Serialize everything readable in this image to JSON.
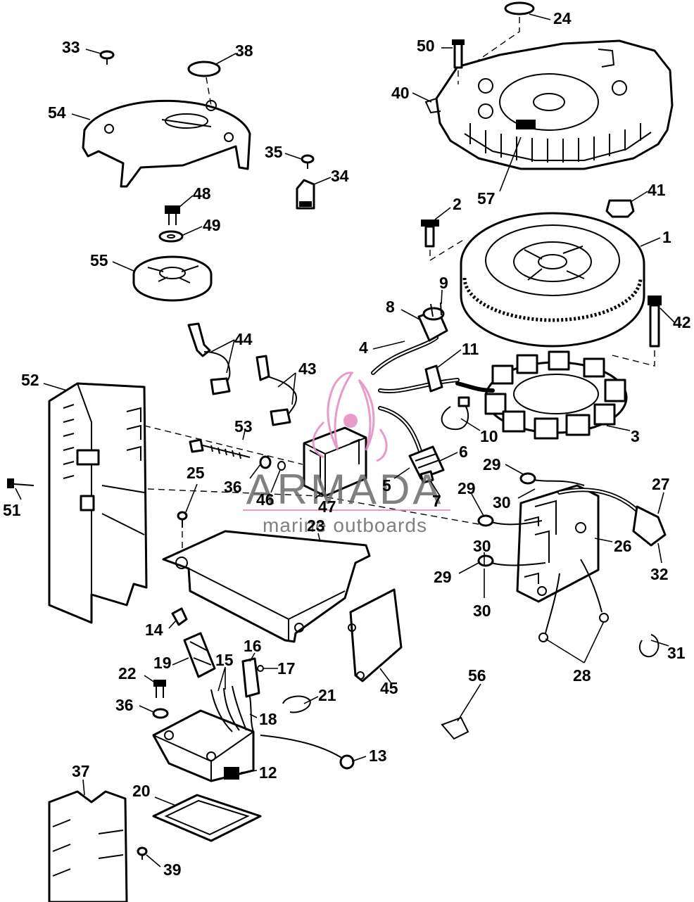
{
  "watermark": {
    "brand": "ARMADA",
    "tagline": "marine outboards",
    "color": "#e48ac0"
  },
  "callouts": [
    {
      "id": "24",
      "text": "24"
    },
    {
      "id": "50",
      "text": "50"
    },
    {
      "id": "40",
      "text": "40"
    },
    {
      "id": "57",
      "text": "57"
    },
    {
      "id": "41",
      "text": "41"
    },
    {
      "id": "2",
      "text": "2"
    },
    {
      "id": "1",
      "text": "1"
    },
    {
      "id": "42",
      "text": "42"
    },
    {
      "id": "33",
      "text": "33"
    },
    {
      "id": "38",
      "text": "38"
    },
    {
      "id": "54",
      "text": "54"
    },
    {
      "id": "35",
      "text": "35"
    },
    {
      "id": "34",
      "text": "34"
    },
    {
      "id": "48",
      "text": "48"
    },
    {
      "id": "49",
      "text": "49"
    },
    {
      "id": "55",
      "text": "55"
    },
    {
      "id": "9",
      "text": "9"
    },
    {
      "id": "8",
      "text": "8"
    },
    {
      "id": "44",
      "text": "44"
    },
    {
      "id": "4",
      "text": "4"
    },
    {
      "id": "11",
      "text": "11"
    },
    {
      "id": "43",
      "text": "43"
    },
    {
      "id": "52",
      "text": "52"
    },
    {
      "id": "3",
      "text": "3"
    },
    {
      "id": "10",
      "text": "10"
    },
    {
      "id": "53",
      "text": "53"
    },
    {
      "id": "6",
      "text": "6"
    },
    {
      "id": "29a",
      "text": "29"
    },
    {
      "id": "27",
      "text": "27"
    },
    {
      "id": "25",
      "text": "25"
    },
    {
      "id": "36a",
      "text": "36"
    },
    {
      "id": "46",
      "text": "46"
    },
    {
      "id": "5",
      "text": "5"
    },
    {
      "id": "47",
      "text": "47"
    },
    {
      "id": "7",
      "text": "7"
    },
    {
      "id": "29b",
      "text": "29"
    },
    {
      "id": "30a",
      "text": "30"
    },
    {
      "id": "51",
      "text": "51"
    },
    {
      "id": "23",
      "text": "23"
    },
    {
      "id": "26",
      "text": "26"
    },
    {
      "id": "32",
      "text": "32"
    },
    {
      "id": "30b",
      "text": "30"
    },
    {
      "id": "29c",
      "text": "29"
    },
    {
      "id": "30c",
      "text": "30"
    },
    {
      "id": "14",
      "text": "14"
    },
    {
      "id": "31",
      "text": "31"
    },
    {
      "id": "16",
      "text": "16"
    },
    {
      "id": "19",
      "text": "19"
    },
    {
      "id": "15",
      "text": "15"
    },
    {
      "id": "17",
      "text": "17"
    },
    {
      "id": "22",
      "text": "22"
    },
    {
      "id": "28",
      "text": "28"
    },
    {
      "id": "56",
      "text": "56"
    },
    {
      "id": "21",
      "text": "21"
    },
    {
      "id": "45",
      "text": "45"
    },
    {
      "id": "36b",
      "text": "36"
    },
    {
      "id": "18",
      "text": "18"
    },
    {
      "id": "13",
      "text": "13"
    },
    {
      "id": "12",
      "text": "12"
    },
    {
      "id": "37",
      "text": "37"
    },
    {
      "id": "20",
      "text": "20"
    },
    {
      "id": "39",
      "text": "39"
    }
  ]
}
